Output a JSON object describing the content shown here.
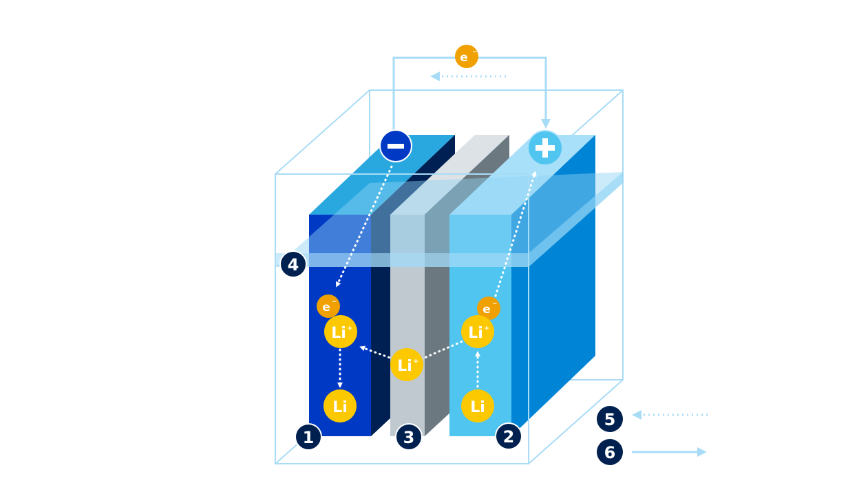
{
  "diagram": {
    "labels": {
      "anode": "1",
      "cathode": "2",
      "separator": "3",
      "electrolyte": "4",
      "legend_dotted": "5",
      "legend_solid": "6"
    },
    "particles": {
      "electron": "e",
      "electron_sup": "−",
      "lithium_ion": "Li",
      "ion_sup": "+",
      "lithium": "Li"
    },
    "terminals": {
      "negative": "minus-icon",
      "positive": "plus-icon"
    },
    "colors": {
      "anode_front": "#0039c4",
      "anode_side": "#001f52",
      "anode_top": "#29a8e0",
      "separator_front": "#c0c8d0",
      "separator_side": "#6b7880",
      "separator_top": "#dde2e6",
      "cathode_front": "#4fc5f0",
      "cathode_side": "#0084d6",
      "cathode_top": "#a8e0fa",
      "electron": "#f0a000",
      "lithium": "#fcc800",
      "label_bg": "#00204f",
      "wire": "#a8dcf6"
    }
  }
}
